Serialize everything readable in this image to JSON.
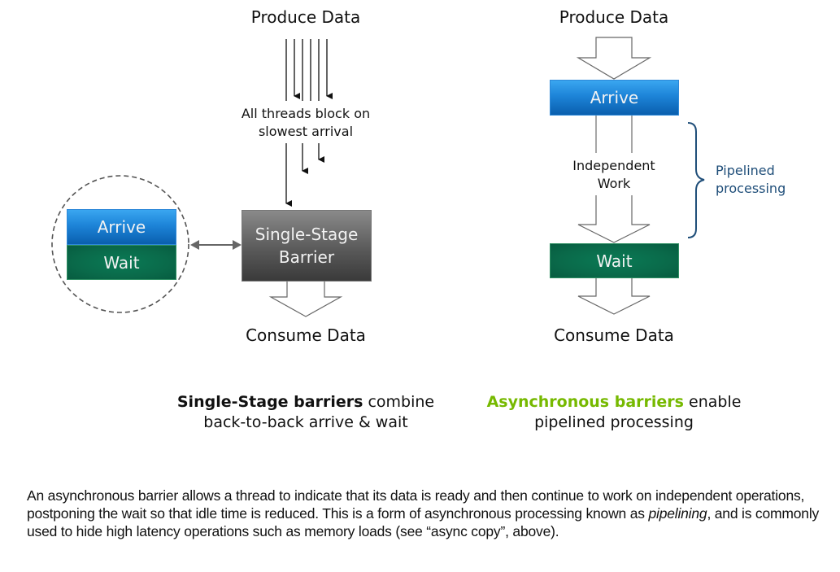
{
  "left_diagram": {
    "produce_label": "Produce Data",
    "block_note_line1": "All threads block on",
    "block_note_line2": "slowest arrival",
    "barrier_line1": "Single-Stage",
    "barrier_line2": "Barrier",
    "consume_label": "Consume Data",
    "inset_arrive": "Arrive",
    "inset_wait": "Wait"
  },
  "right_diagram": {
    "produce_label": "Produce Data",
    "arrive_label": "Arrive",
    "independent_line1": "Independent",
    "independent_line2": "Work",
    "wait_label": "Wait",
    "consume_label": "Consume Data",
    "brace_line1": "Pipelined",
    "brace_line2": "processing"
  },
  "captions": {
    "left_bold": "Single-Stage barriers",
    "left_rest": " combine",
    "left_line2": "back-to-back arrive & wait",
    "right_highlight": "Asynchronous barriers",
    "right_rest": " enable",
    "right_line2": "pipelined processing"
  },
  "paragraph": {
    "before_italic": "An asynchronous barrier allows a thread to indicate that its data is ready and then continue to work on independent operations, postponing the wait so that idle time is reduced. This is a form of asynchronous processing known as ",
    "italic": "pipelining",
    "after_italic": ", and is commonly used to hide high latency operations such as memory loads (see “async copy”, above)."
  },
  "colors": {
    "arrive_blue": "#1d84d8",
    "wait_green": "#0a6a4a",
    "barrier_gray": "#5a5a5a",
    "accent_green": "#76b900",
    "brace_navy": "#1f4e79"
  }
}
